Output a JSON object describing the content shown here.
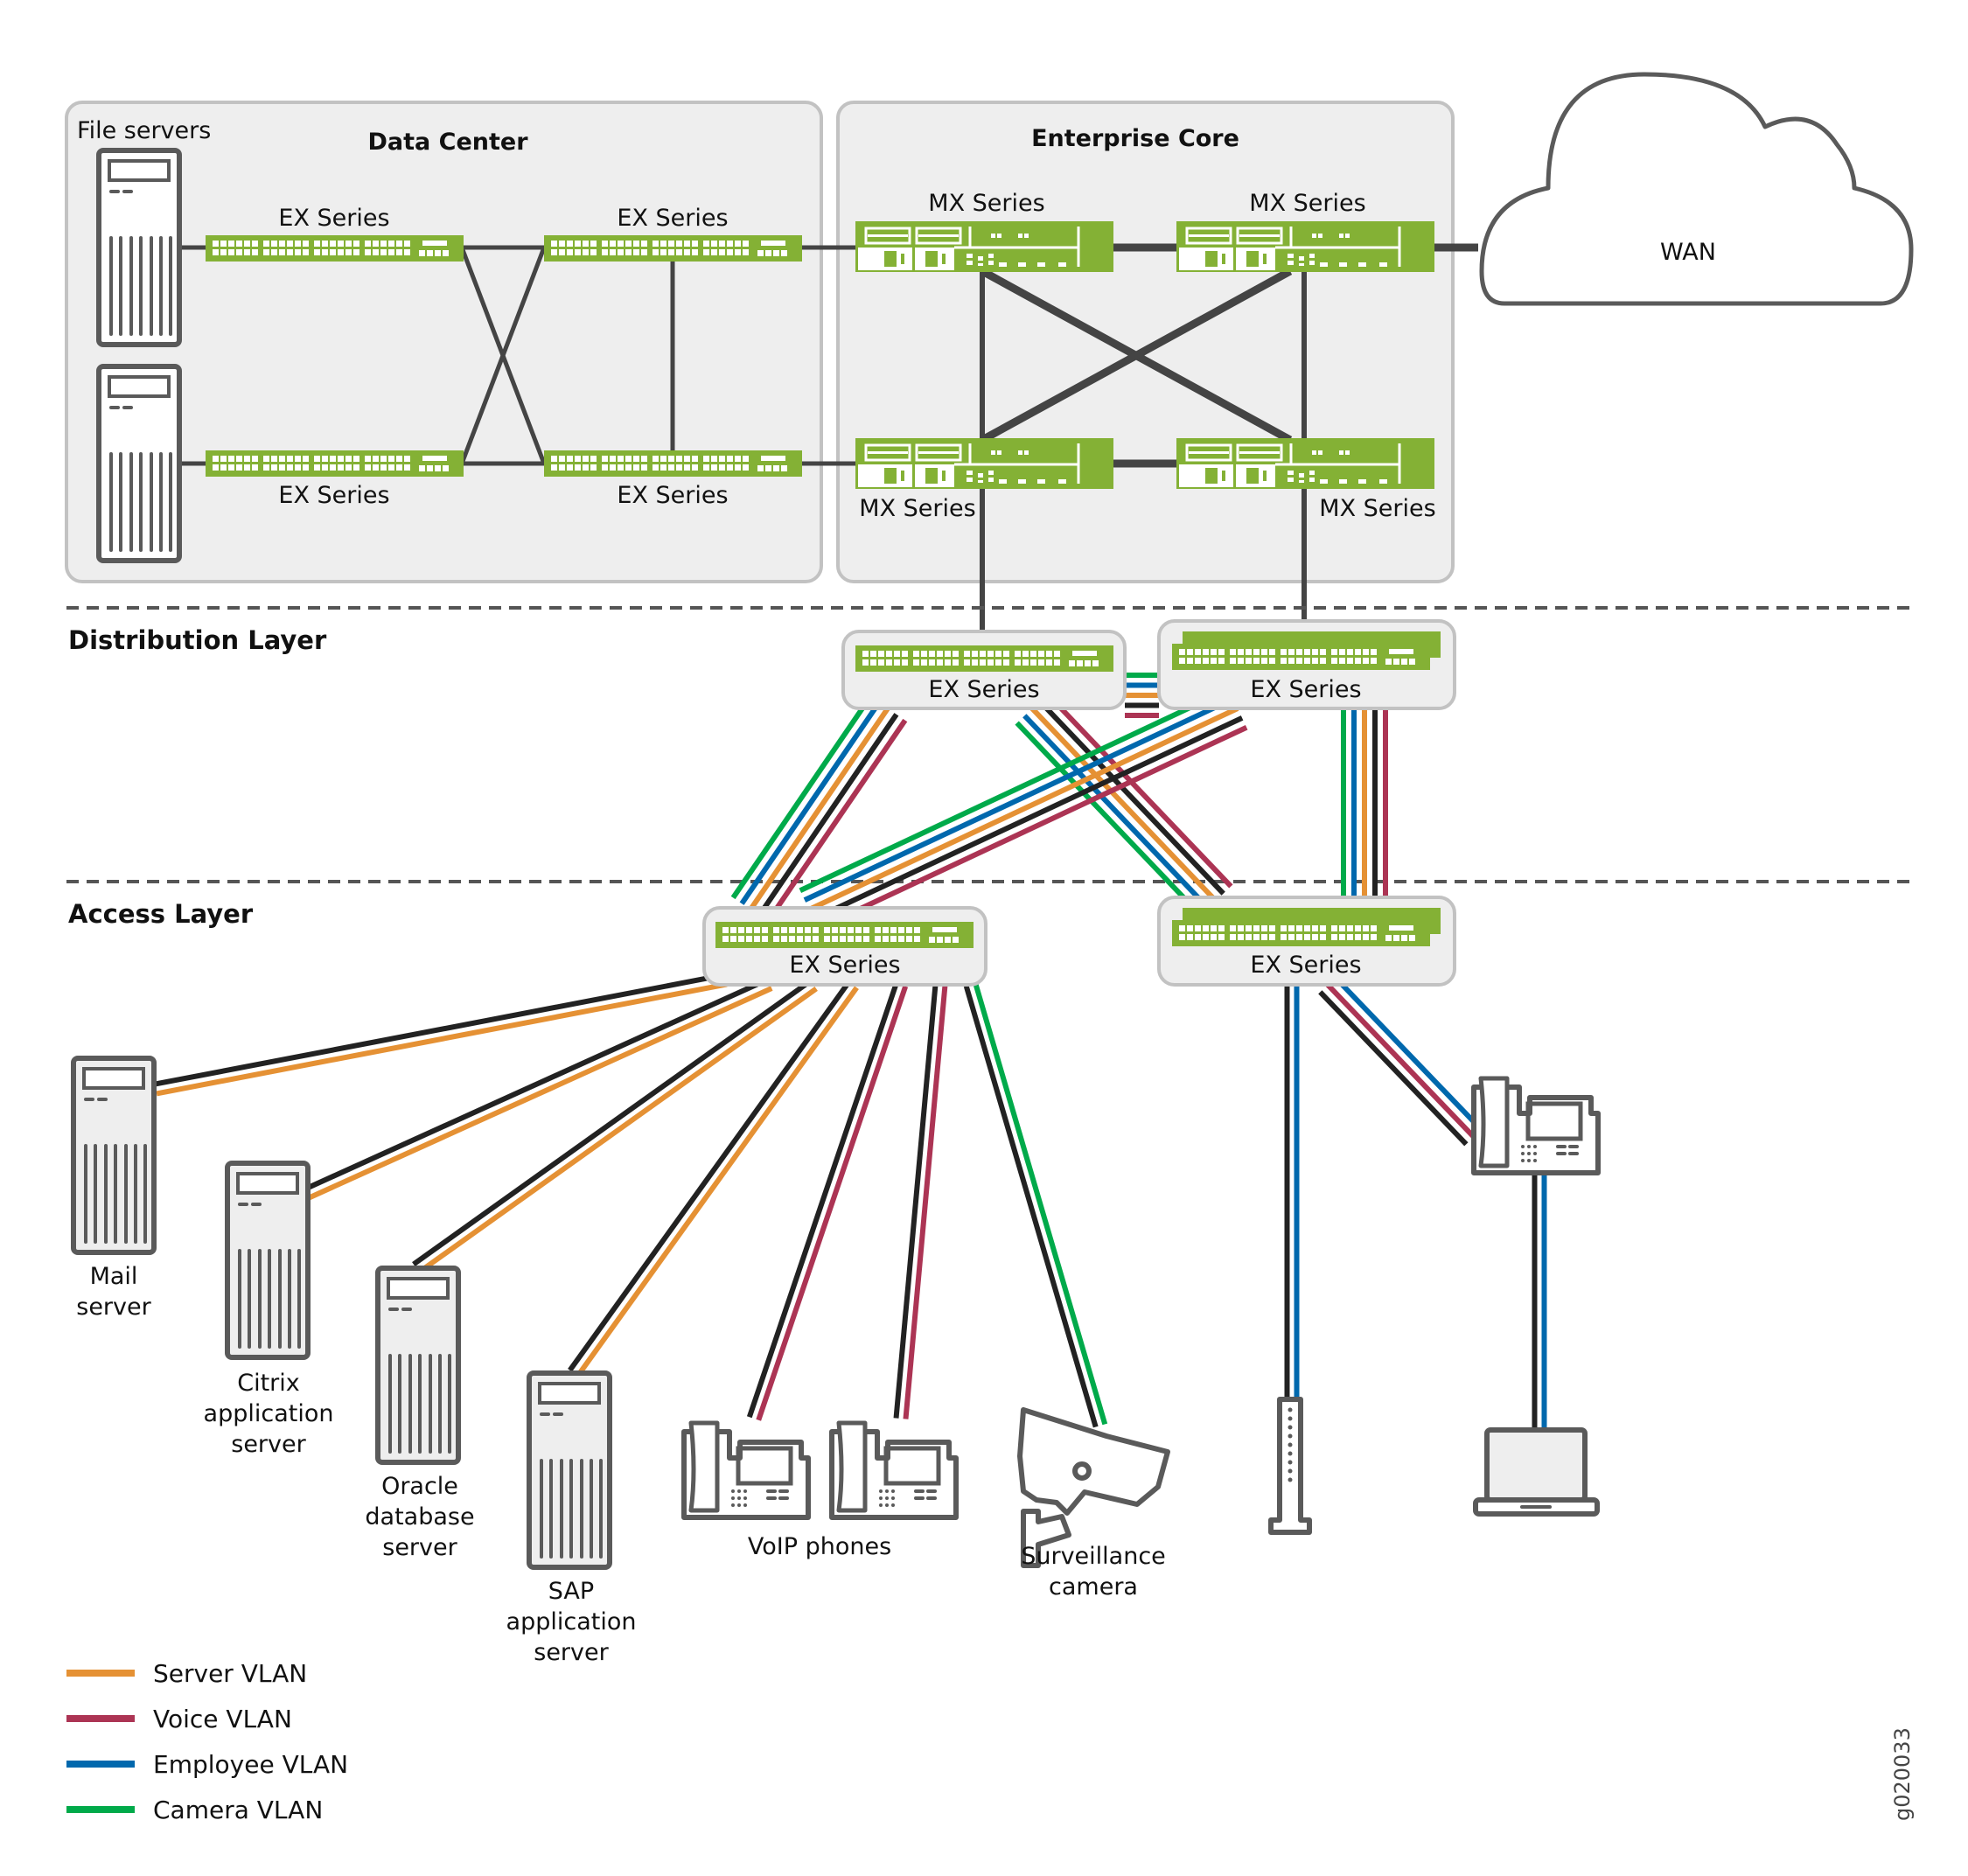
{
  "zones": {
    "data_center": {
      "title": "Data Center",
      "file_servers_label": "File servers"
    },
    "enterprise_core": {
      "title": "Enterprise Core"
    },
    "wan": {
      "label": "WAN"
    }
  },
  "layers": {
    "distribution": "Distribution Layer",
    "access": "Access Layer"
  },
  "devices": {
    "dc_switches": [
      {
        "id": "dc-ex-top-left",
        "label": "EX Series"
      },
      {
        "id": "dc-ex-top-right",
        "label": "EX Series"
      },
      {
        "id": "dc-ex-bottom-left",
        "label": "EX Series"
      },
      {
        "id": "dc-ex-bottom-right",
        "label": "EX Series"
      }
    ],
    "core_routers": [
      {
        "id": "mx-top-left",
        "label": "MX Series"
      },
      {
        "id": "mx-top-right",
        "label": "MX Series"
      },
      {
        "id": "mx-bottom-left",
        "label": "MX Series"
      },
      {
        "id": "mx-bottom-right",
        "label": "MX Series"
      }
    ],
    "distribution_switches": [
      {
        "id": "dist-left",
        "label": "EX Series",
        "stacked": false
      },
      {
        "id": "dist-right",
        "label": "EX Series",
        "stacked": true
      }
    ],
    "access_switches": [
      {
        "id": "access-left",
        "label": "EX Series",
        "stacked": false
      },
      {
        "id": "access-right",
        "label": "EX Series",
        "stacked": true
      }
    ],
    "endpoints": [
      {
        "id": "mail-server",
        "label_lines": [
          "Mail",
          "server"
        ],
        "vlan": "server"
      },
      {
        "id": "citrix-server",
        "label_lines": [
          "Citrix",
          "application",
          "server"
        ],
        "vlan": "server"
      },
      {
        "id": "oracle-server",
        "label_lines": [
          "Oracle",
          "database",
          "server"
        ],
        "vlan": "server"
      },
      {
        "id": "sap-server",
        "label_lines": [
          "SAP",
          "application",
          "server"
        ],
        "vlan": "server"
      },
      {
        "id": "voip-phones",
        "label_lines": [
          "VoIP phones"
        ],
        "vlan": "voice"
      },
      {
        "id": "surveillance-camera",
        "label_lines": [
          "Surveillance",
          "camera"
        ],
        "vlan": "camera"
      },
      {
        "id": "wireless-access-point",
        "label_lines": [],
        "vlan": "employee"
      },
      {
        "id": "desk-phone",
        "label_lines": [],
        "vlan": "voice+employee"
      },
      {
        "id": "laptop",
        "label_lines": [],
        "vlan": "employee"
      }
    ]
  },
  "legend": [
    {
      "key": "server",
      "label": "Server VLAN",
      "color": "#e59134"
    },
    {
      "key": "voice",
      "label": "Voice VLAN",
      "color": "#ac3454"
    },
    {
      "key": "employee",
      "label": "Employee VLAN",
      "color": "#0068ad"
    },
    {
      "key": "camera",
      "label": "Camera VLAN",
      "color": "#00aa4a"
    }
  ],
  "colors": {
    "trunk": "#222222",
    "device_green": "#84b135",
    "outline": "#5a5a5a",
    "zone_fill": "#eeeeee"
  },
  "figure_id": "g020033"
}
